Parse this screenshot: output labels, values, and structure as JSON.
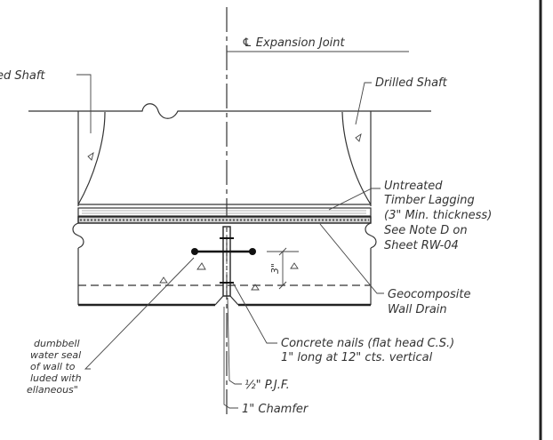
{
  "labels": {
    "expansion_joint": "℄ Expansion Joint",
    "drilled_shaft_left": "ed Shaft",
    "drilled_shaft_right": "Drilled Shaft",
    "lagging_1": "Untreated",
    "lagging_2": "Timber Lagging",
    "lagging_3": "(3\" Min. thickness)",
    "lagging_4": "See Note D on",
    "lagging_5": "Sheet RW-04",
    "geo_1": "Geocomposite",
    "geo_2": "Wall Drain",
    "nails_1": "Concrete nails (flat head C.S.)",
    "nails_2": "1\" long at 12\" cts. vertical",
    "pjf": "½\" P.J.F.",
    "chamfer": "1\" Chamfer",
    "dumbbell_1": "dumbbell",
    "dumbbell_2": "water seal",
    "dumbbell_3": "of wall to",
    "dumbbell_4": "luded with",
    "dumbbell_5": "ellaneous\"",
    "dim_mark": "3\""
  },
  "colors": {
    "linework": "#333333",
    "background": "#ffffff"
  }
}
